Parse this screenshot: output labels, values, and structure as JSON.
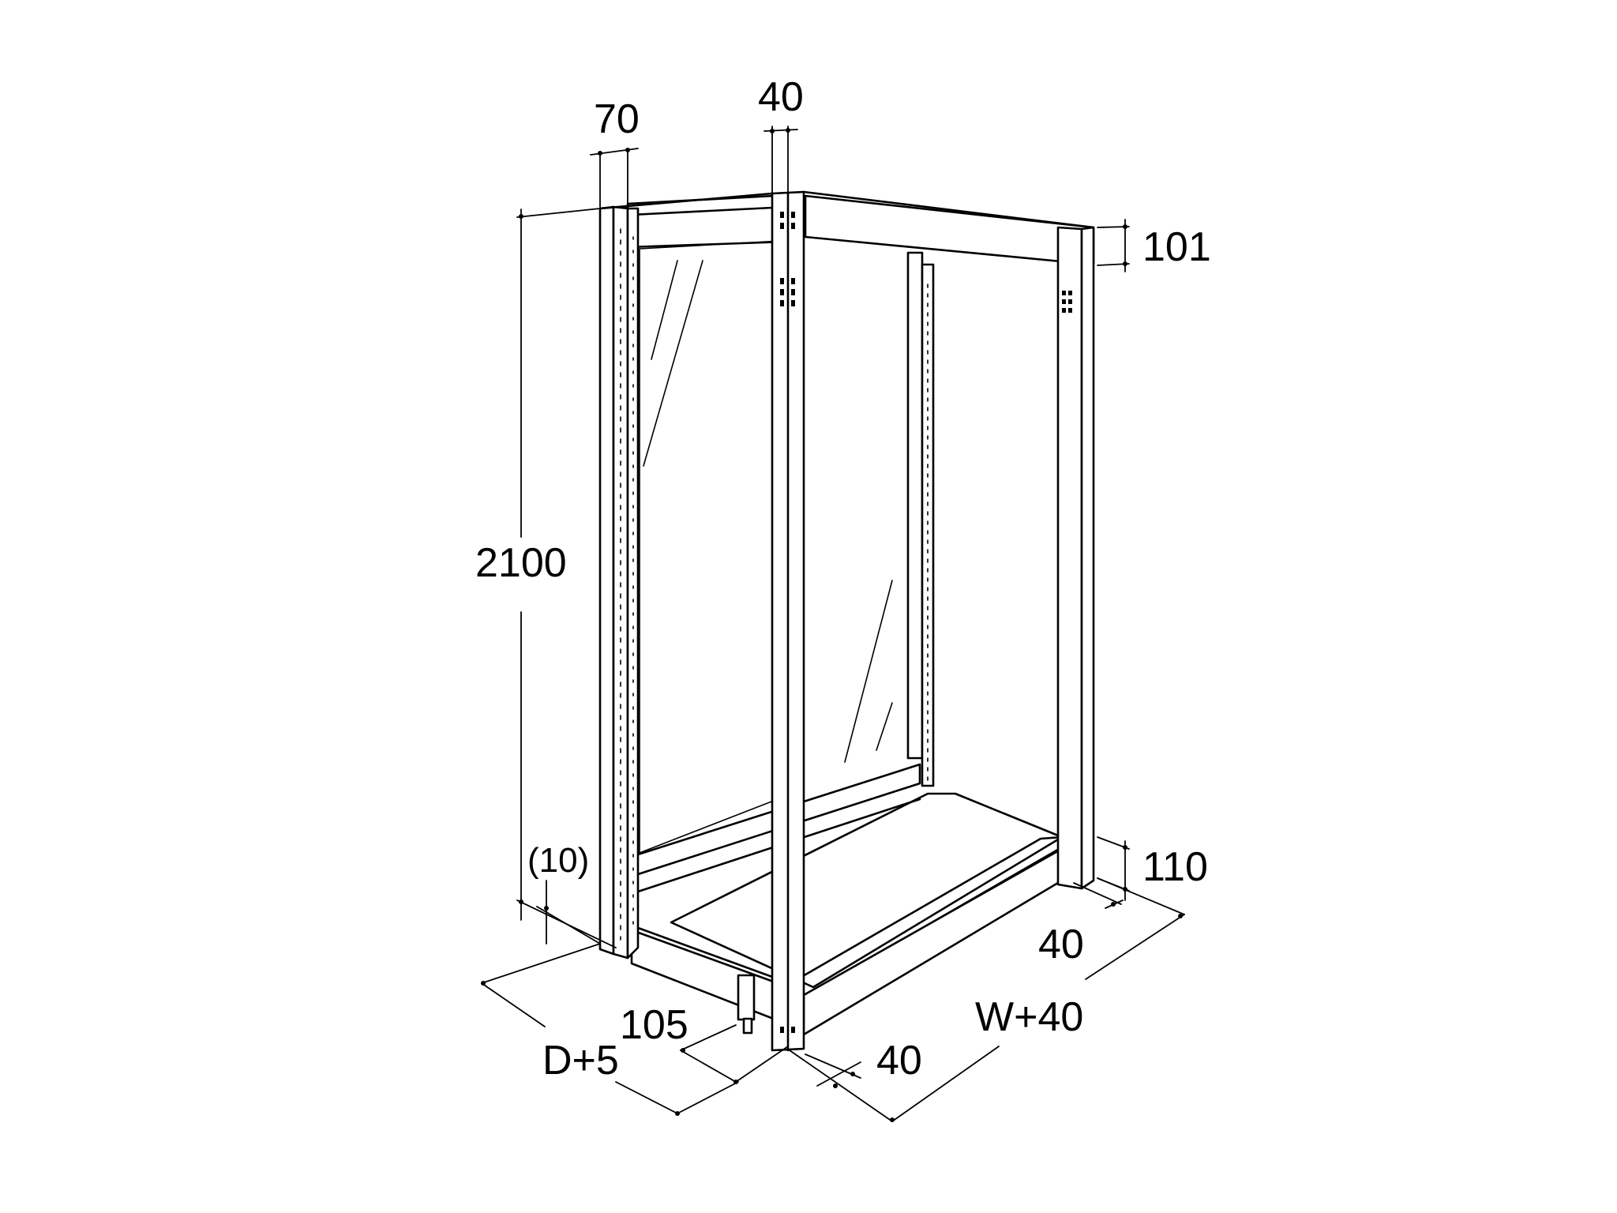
{
  "dimensions": {
    "post_depth": "70",
    "post_width_top": "40",
    "top_rail_height": "101",
    "overall_height": "2100",
    "floor_gap": "(10)",
    "base_height": "110",
    "side_offset_right": "40",
    "overall_width": "W+40",
    "front_offset": "40",
    "base_setback": "105",
    "overall_depth": "D+5"
  },
  "colors": {
    "line": "#000000",
    "background": "#ffffff"
  }
}
